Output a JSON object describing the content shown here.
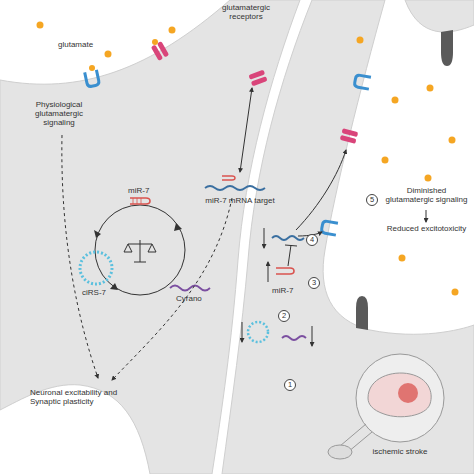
{
  "diagram": {
    "labels": [
      "glutamate",
      "glutamatergic receptors",
      "Physiological glutamatergic signaling",
      "miR-7 mRNA target",
      "miR-7",
      "ciRS-7",
      "Cyrano",
      "Neuronal excitability and Synaptic plasticity",
      "5",
      "Diminished glutamatergic signaling",
      "Reduced excitotoxicity",
      "4",
      "3",
      "miR-7",
      "2",
      "1",
      "ischemic stroke"
    ]
  }
}
